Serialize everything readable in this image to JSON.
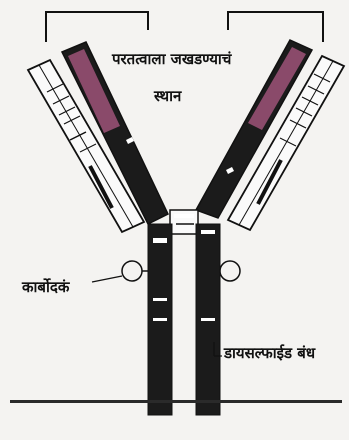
{
  "labels": {
    "binding_site_line1": "परतत्वाला जखडण्याचं",
    "binding_site_line2": "स्थान",
    "carbohydrate": "कार्बोदकं",
    "disulfide_bond": "डायसल्फाईड बंध"
  },
  "colors": {
    "heavy_chain": "#1b1b1b",
    "binding_region": "#8a4a6a",
    "light_chain": "#fafafa",
    "outline": "#111111"
  }
}
